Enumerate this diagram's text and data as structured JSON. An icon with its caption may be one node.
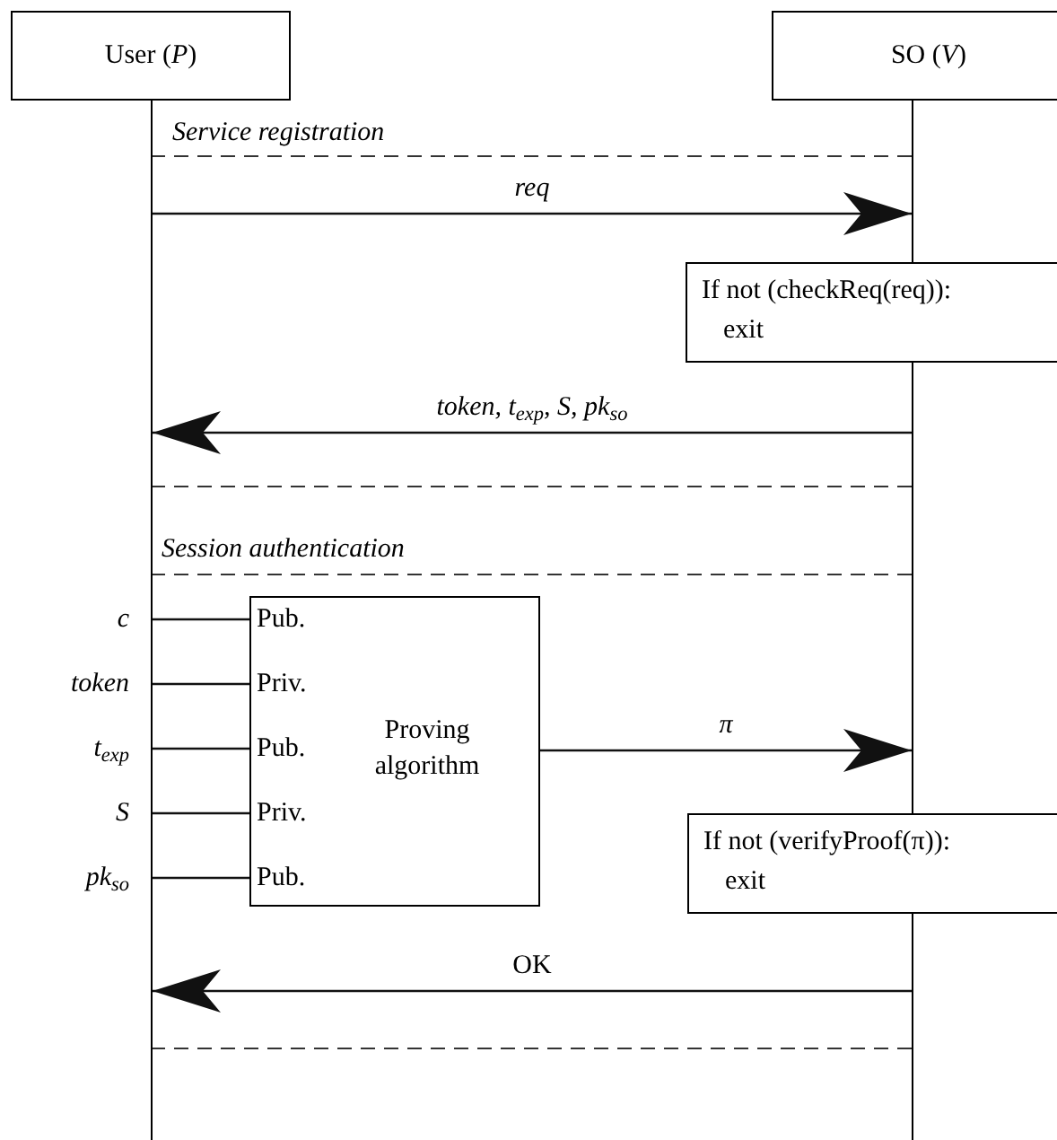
{
  "diagram": {
    "nodes": [
      {
        "text": [
          "User (*P*)"
        ]
      },
      {
        "text": [
          "SO (*V*)"
        ]
      },
      {
        "text": [],
        "shape": "line"
      },
      {
        "text": [],
        "shape": "line"
      },
      {
        "text": [
          "If not (checkReq(req)):",
          "exit"
        ]
      },
      {
        "text": [
          "c"
        ]
      },
      {
        "text": [
          "token"
        ]
      },
      {
        "text": [
          "t$_{exp}$"
        ]
      },
      {
        "text": [
          "S"
        ]
      },
      {
        "text": [
          "pk$_{so}$"
        ]
      },
      {
        "text": [
          "Pub.",
          "Priv.",
          "Pub.",
          "Priv.",
          "Pub.",
          "Proving algorithm"
        ]
      },
      {
        "text": [
          "If not (verifyProof(π)):",
          "exit"
        ]
      }
    ],
    "edges": [
      {
        "from": 2,
        "to": 3,
        "arrow": "to",
        "label": "req"
      },
      {
        "from": 3,
        "to": 2,
        "arrow": "to",
        "label": "token, t$_{exp}$, S, pk$_{so}$"
      },
      {
        "from": 5,
        "to": 10,
        "arrow": "none"
      },
      {
        "from": 6,
        "to": 10,
        "arrow": "none"
      },
      {
        "from": 7,
        "to": 10,
        "arrow": "none"
      },
      {
        "from": 8,
        "to": 10,
        "arrow": "none"
      },
      {
        "from": 9,
        "to": 10,
        "arrow": "none"
      },
      {
        "from": 10,
        "to": 3,
        "arrow": "to",
        "label": "π"
      },
      {
        "from": 3,
        "to": 2,
        "arrow": "to",
        "label": "OK"
      }
    ],
    "labels": [
      "Service registration",
      "Session authentication"
    ]
  }
}
